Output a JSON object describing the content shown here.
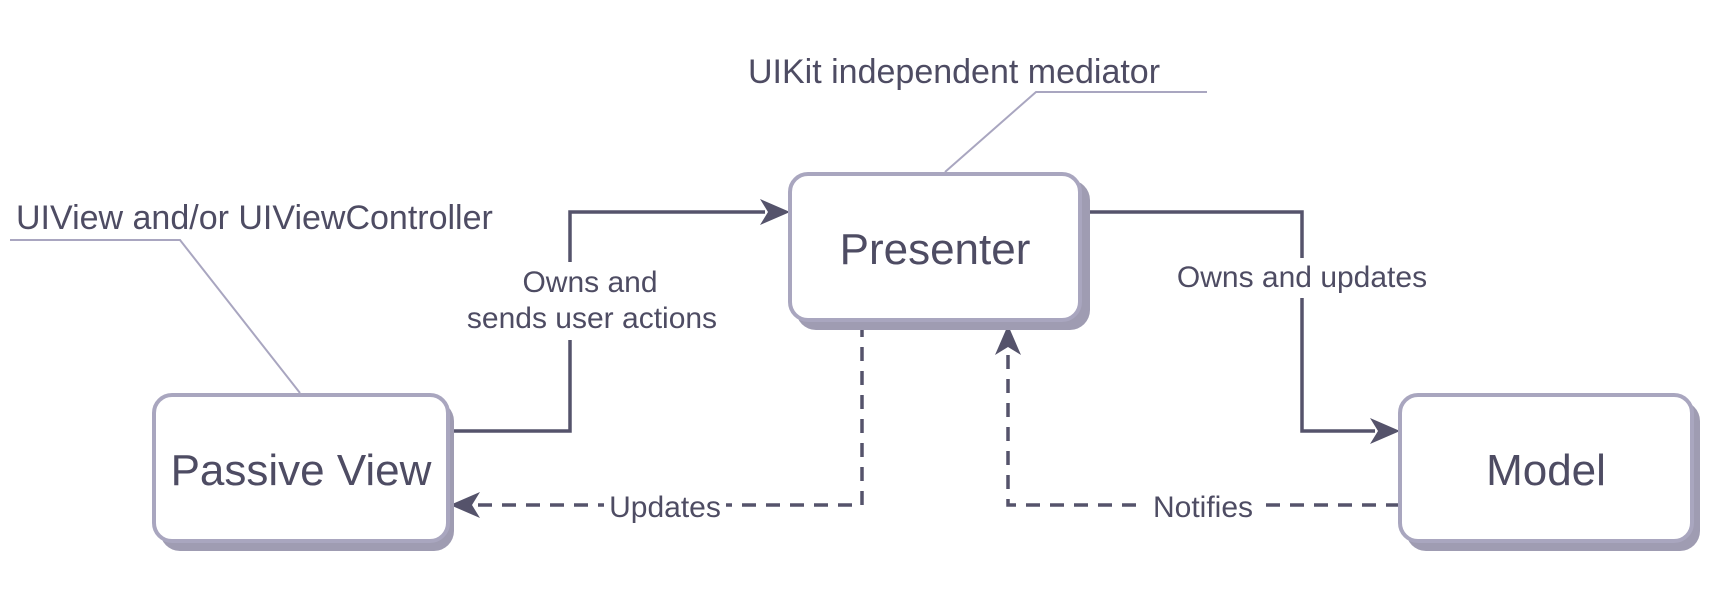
{
  "nodes": {
    "passive_view": "Passive View",
    "presenter": "Presenter",
    "model": "Model"
  },
  "notes": {
    "view_note": "UIView and/or UIViewController",
    "presenter_note": "UIKit independent mediator"
  },
  "edges": {
    "view_to_presenter_line1": "Owns and",
    "view_to_presenter_line2": "sends user actions",
    "presenter_to_model": "Owns and updates",
    "presenter_to_view": "Updates",
    "model_to_presenter": "Notifies"
  },
  "colors": {
    "stroke": "#55536b",
    "box_border": "#a9a6bf",
    "text": "#4e4c63",
    "shadow": "#9f9cb2"
  }
}
